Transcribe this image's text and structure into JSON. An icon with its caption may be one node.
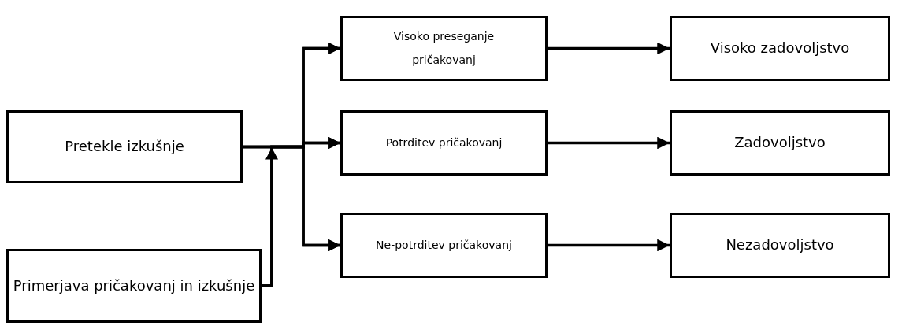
{
  "diagram": {
    "nodes": [
      {
        "text": [
          "Pretekle izkušnje"
        ]
      },
      {
        "text": [
          "Primerjava pričakovanj in izkušnje"
        ]
      },
      {
        "text": [
          "Visoko preseganje pričakovanj"
        ]
      },
      {
        "text": [
          "Potrditev pričakovanj"
        ]
      },
      {
        "text": [
          "Ne-potrditev pričakovanj"
        ]
      },
      {
        "text": [
          "Visoko zadovoljstvo"
        ]
      },
      {
        "text": [
          "Zadovoljstvo"
        ]
      },
      {
        "text": [
          "Nezadovoljstvo"
        ]
      }
    ],
    "edges": [
      {
        "from": 0,
        "to": 2,
        "arrow": "to"
      },
      {
        "from": 0,
        "to": 3,
        "arrow": "to"
      },
      {
        "from": 0,
        "to": 4,
        "arrow": "to"
      },
      {
        "from": 1,
        "to": 2,
        "arrow": "to"
      },
      {
        "from": 1,
        "to": 3,
        "arrow": "to"
      },
      {
        "from": 1,
        "to": 4,
        "arrow": "to"
      },
      {
        "from": 2,
        "to": 5,
        "arrow": "to"
      },
      {
        "from": 3,
        "to": 6,
        "arrow": "to"
      },
      {
        "from": 4,
        "to": 7,
        "arrow": "to"
      }
    ]
  }
}
